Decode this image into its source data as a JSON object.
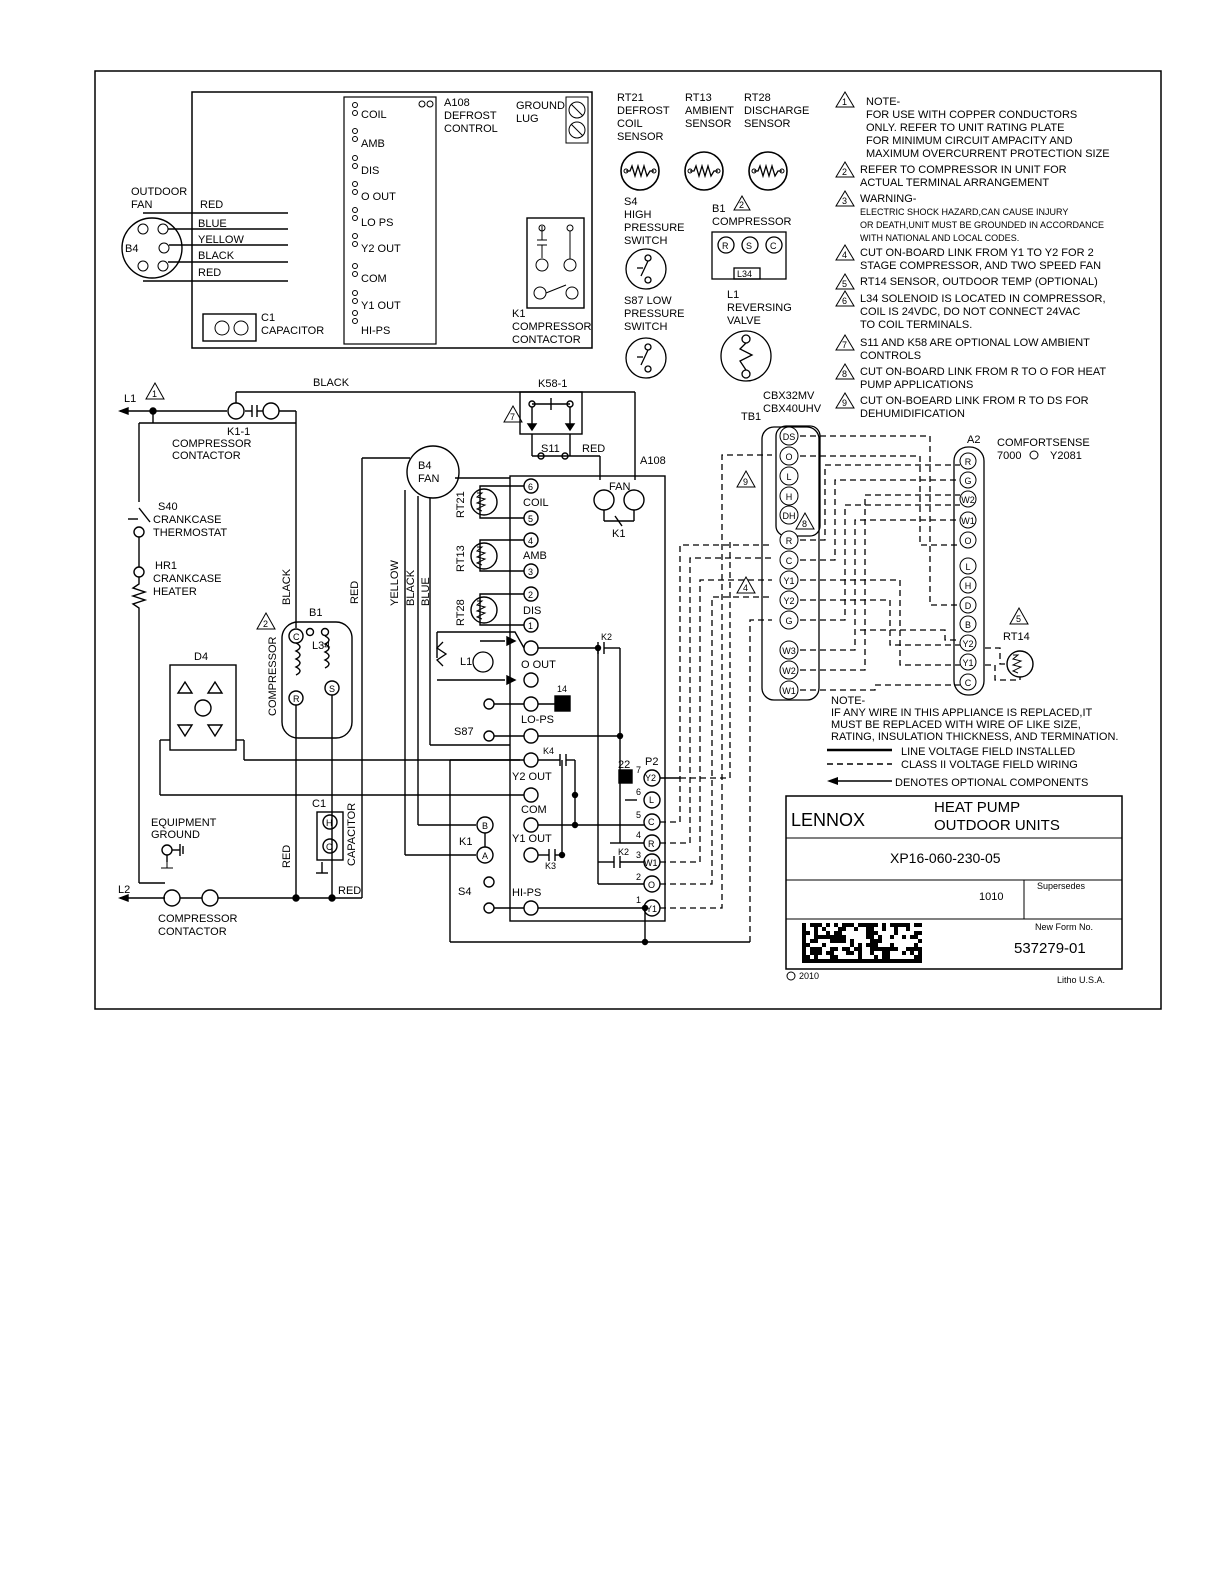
{
  "legend_block": {
    "a108_label": [
      "A108",
      "DEFROST",
      "CONTROL"
    ],
    "ground_lug": [
      "GROUND",
      "LUG"
    ],
    "a108_terminals": [
      "COIL",
      "AMB",
      "DIS",
      "O OUT",
      "LO PS",
      "Y2 OUT",
      "COM",
      "Y1 OUT",
      "HI-PS"
    ],
    "outdoor_fan": [
      "OUTDOOR",
      "FAN"
    ],
    "b4": "B4",
    "fan_wires": [
      "RED",
      "BLUE",
      "YELLOW",
      "BLACK",
      "RED"
    ],
    "c1": [
      "C1",
      "CAPACITOR"
    ],
    "k1": [
      "K1",
      "COMPRESSOR",
      "CONTACTOR"
    ]
  },
  "sensors": {
    "rt21": [
      "RT21",
      "DEFROST",
      "COIL",
      "SENSOR"
    ],
    "rt13": [
      "RT13",
      "AMBIENT",
      "SENSOR"
    ],
    "rt28": [
      "RT28",
      "DISCHARGE",
      "SENSOR"
    ],
    "s4": [
      "S4",
      "HIGH",
      "PRESSURE",
      "SWITCH"
    ],
    "s87": [
      "S87 LOW",
      "PRESSURE",
      "SWITCH"
    ],
    "b1": [
      "B1",
      "COMPRESSOR"
    ],
    "b1_terminals": [
      "R",
      "S",
      "C"
    ],
    "l34": "L34",
    "l1": [
      "L1",
      "REVERSING",
      "VALVE"
    ]
  },
  "notes": [
    {
      "num": "1",
      "lines": [
        "NOTE-",
        "FOR USE WITH COPPER CONDUCTORS",
        "ONLY. REFER TO UNIT RATING PLATE",
        "FOR MINIMUM CIRCUIT AMPACITY AND",
        "MAXIMUM OVERCURRENT PROTECTION SIZE"
      ]
    },
    {
      "num": "2",
      "lines": [
        "REFER TO COMPRESSOR IN UNIT FOR",
        "ACTUAL TERMINAL ARRANGEMENT"
      ]
    },
    {
      "num": "3",
      "lines": [
        "WARNING-",
        "ELECTRIC SHOCK HAZARD,CAN CAUSE INJURY",
        "OR DEATH,UNIT MUST BE GROUNDED IN ACCORDANCE",
        "WITH NATIONAL AND LOCAL CODES."
      ]
    },
    {
      "num": "4",
      "lines": [
        "CUT ON-BOARD LINK FROM Y1 TO Y2 FOR 2",
        "STAGE COMPRESSOR, AND TWO SPEED FAN"
      ]
    },
    {
      "num": "5",
      "lines": [
        "RT14 SENSOR, OUTDOOR TEMP (OPTIONAL)"
      ]
    },
    {
      "num": "6",
      "lines": [
        "L34 SOLENOID IS LOCATED IN COMPRESSOR,",
        "COIL IS 24VDC, DO NOT CONNECT 24VAC",
        "TO COIL TERMINALS."
      ]
    },
    {
      "num": "7",
      "lines": [
        "S11 AND K58 ARE OPTIONAL LOW AMBIENT",
        "CONTROLS"
      ]
    },
    {
      "num": "8",
      "lines": [
        "CUT ON-BOARD LINK FROM R TO O FOR HEAT",
        "PUMP APPLICATIONS"
      ]
    },
    {
      "num": "9",
      "lines": [
        "CUT ON-BOEARD LINK FROM R TO DS FOR",
        "DEHUMIDIFICATION"
      ]
    }
  ],
  "schematic": {
    "l1": "L1",
    "l2": "L2",
    "black_top": "BLACK",
    "k1_1": [
      "K1-1",
      "COMPRESSOR",
      "CONTACTOR"
    ],
    "k58": "K58-1",
    "s11": "S11",
    "red_top": "RED",
    "a108": "A108",
    "fan": "FAN",
    "k1": "K1",
    "b4_fan": [
      "B4",
      "FAN"
    ],
    "s40": [
      "S40",
      "CRANKCASE",
      "THERMOSTAT"
    ],
    "hr1": [
      "HR1",
      "CRANKCASE",
      "HEATER"
    ],
    "d4": "D4",
    "compressor_v": "COMPRESSOR",
    "black_v": "BLACK",
    "red_v": "RED",
    "fan_wires_v": [
      "YELLOW",
      "BLACK",
      "BLUE"
    ],
    "b1": "B1",
    "l34": "L34",
    "sensor_tags": [
      "RT21",
      "RT13",
      "RT28"
    ],
    "pins": [
      "6",
      "5",
      "4",
      "3",
      "2",
      "1"
    ],
    "pin_labels": [
      "COIL",
      "AMB",
      "DIS"
    ],
    "l1_coil": "L1",
    "terminals": [
      "O OUT",
      "LO-PS",
      "Y2 OUT",
      "COM",
      "Y1 OUT",
      "HI-PS"
    ],
    "s87": "S87",
    "k1_coil": "K1",
    "k1_coil_terms": [
      "B",
      "A"
    ],
    "s4": "S4",
    "k2": "K2",
    "k3": "K3",
    "k4": "K4",
    "box14": "14",
    "box22": "22",
    "p2": "P2",
    "p2_terminals": [
      "Y2",
      "L",
      "C",
      "R",
      "W1",
      "O",
      "Y1"
    ],
    "p2_pins": [
      "7",
      "6",
      "5",
      "4",
      "3",
      "2",
      "1"
    ],
    "equipment_ground": [
      "EQUIPMENT",
      "GROUND"
    ],
    "c1": "C1",
    "capacitor_v": "CAPACITOR",
    "c1_terms": [
      "H",
      "C"
    ],
    "red_bottom_v": "RED",
    "red_bottom": "RED",
    "compressor_contactor_bottom": [
      "COMPRESSOR",
      "CONTACTOR"
    ]
  },
  "thermostat": {
    "cbx": [
      "CBX32MV",
      "CBX40UHV"
    ],
    "tb1": "TB1",
    "tb1_terminals": [
      "DS",
      "O",
      "L",
      "H",
      "DH",
      "R",
      "C",
      "Y1",
      "Y2",
      "G",
      "W3",
      "W2",
      "W1"
    ],
    "a2": "A2",
    "comfortsense": [
      "COMFORTSENSE",
      "7000",
      "Y2081"
    ],
    "a2_terminals": [
      "R",
      "G",
      "W2",
      "W1",
      "O",
      "L",
      "H",
      "D",
      "B",
      "Y2",
      "Y1",
      "C"
    ],
    "rt14": "RT14"
  },
  "wire_note": {
    "lines": [
      "NOTE-",
      "IF ANY WIRE IN THIS APPLIANCE IS REPLACED,IT",
      "MUST BE REPLACED WITH WIRE OF LIKE SIZE,",
      "RATING, INSULATION THICKNESS, AND TERMINATION."
    ],
    "key": [
      "LINE VOLTAGE FIELD INSTALLED",
      "CLASS II VOLTAGE FIELD WIRING",
      "DENOTES OPTIONAL COMPONENTS"
    ]
  },
  "title_block": {
    "brand": "LENNOX",
    "title": [
      "HEAT PUMP",
      "OUTDOOR UNITS"
    ],
    "model": "XP16-060-230-05",
    "supersedes_label": "Supersedes",
    "supersedes_value": "1010",
    "new_form_label": "New Form No.",
    "form_number": "537279-01",
    "copyright": "2010",
    "litho": "Litho U.S.A."
  }
}
